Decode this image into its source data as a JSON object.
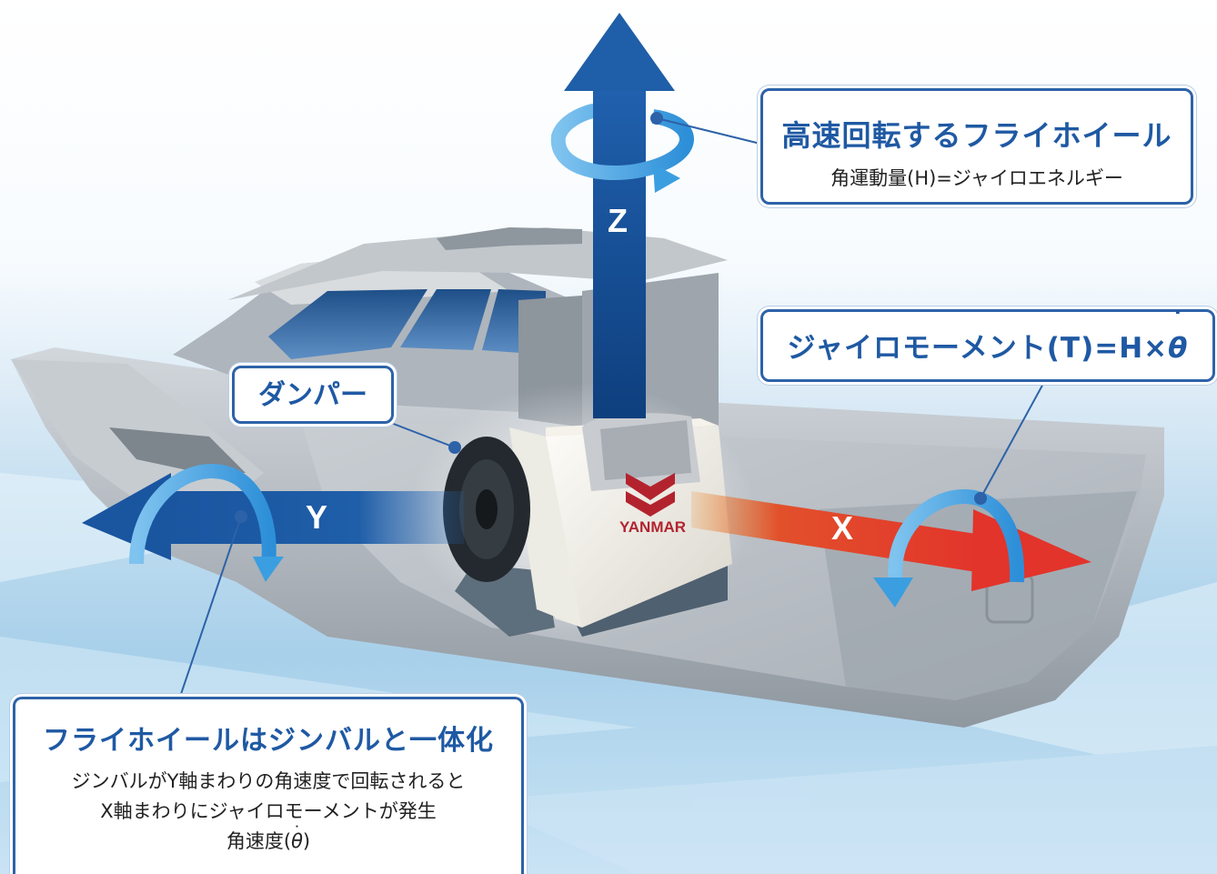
{
  "callouts": {
    "flywheel": {
      "title": "高速回転するフライホイール",
      "formula": "角運動量(H)=ジャイロエネルギー"
    },
    "moment": {
      "title_prefix": "ジャイロモーメント(T)=H×",
      "theta": "θ",
      "theta_dot": "˙"
    },
    "damper": {
      "title": "ダンパー"
    },
    "gimbal": {
      "title": "フライホイールはジンバルと一体化",
      "line1": "ジンバルがY軸まわりの角速度で回転されると",
      "line2": "X軸まわりにジャイロモーメントが発生",
      "line3_prefix": "角速度(",
      "line3_theta": "θ",
      "line3_suffix": ")"
    }
  },
  "axes": {
    "z": "Z",
    "y": "Y",
    "x": "X"
  },
  "brand": "YANMAR",
  "colors": {
    "z_arrow": "#1f5ea8",
    "y_arrow": "#1f5ea8",
    "x_arrow": "#e2342b",
    "rotation_arrow": "#3b9ee0",
    "callout_border": "#2d62a8",
    "title_text": "#1f59a3",
    "hull": "#b9c0c7",
    "brand_red": "#b3232e"
  }
}
